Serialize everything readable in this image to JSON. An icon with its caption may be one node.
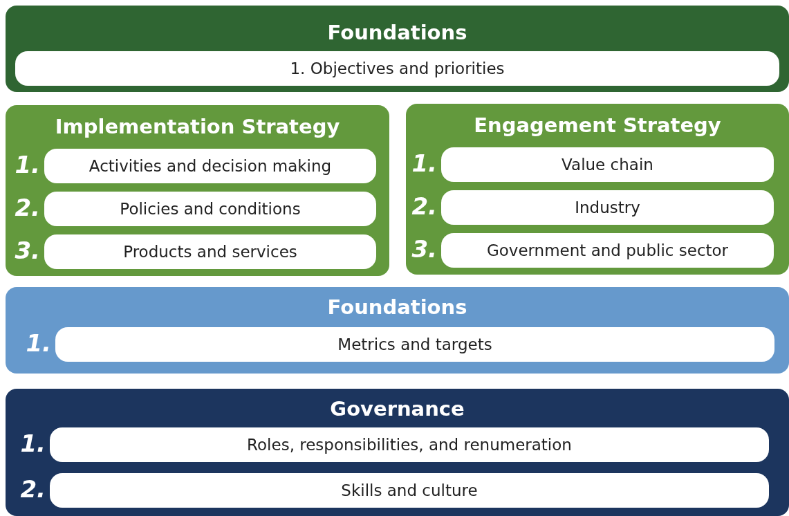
{
  "diagram": {
    "nodes": [
      {
        "text": [
          "Foundations"
        ]
      },
      {
        "text": [
          "1.   Objectives and priorities"
        ],
        "in": 0
      },
      {
        "text": [
          "Implementation Strategy"
        ]
      },
      {
        "text": [
          "Activities and decision making"
        ],
        "in": 2,
        "beside": [
          "1."
        ]
      },
      {
        "text": [
          "Policies and conditions"
        ],
        "in": 2,
        "beside": [
          "2."
        ]
      },
      {
        "text": [
          "Products and services"
        ],
        "in": 2,
        "beside": [
          "3."
        ]
      },
      {
        "text": [
          "Engagement Strategy"
        ]
      },
      {
        "text": [
          "Value chain"
        ],
        "in": 6,
        "beside": [
          "1."
        ]
      },
      {
        "text": [
          "Industry"
        ],
        "in": 6,
        "beside": [
          "2."
        ]
      },
      {
        "text": [
          "Government and public sector"
        ],
        "in": 6,
        "beside": [
          "3."
        ]
      },
      {
        "text": [
          "Foundations"
        ]
      },
      {
        "text": [
          "Metrics and targets"
        ],
        "in": 10,
        "beside": [
          "1."
        ]
      },
      {
        "text": [
          "Governance"
        ]
      },
      {
        "text": [
          "Roles, responsibilities, and renumeration"
        ],
        "in": 12,
        "beside": [
          "1."
        ]
      },
      {
        "text": [
          "Skills and culture"
        ],
        "in": 12,
        "beside": [
          "2."
        ]
      }
    ]
  }
}
